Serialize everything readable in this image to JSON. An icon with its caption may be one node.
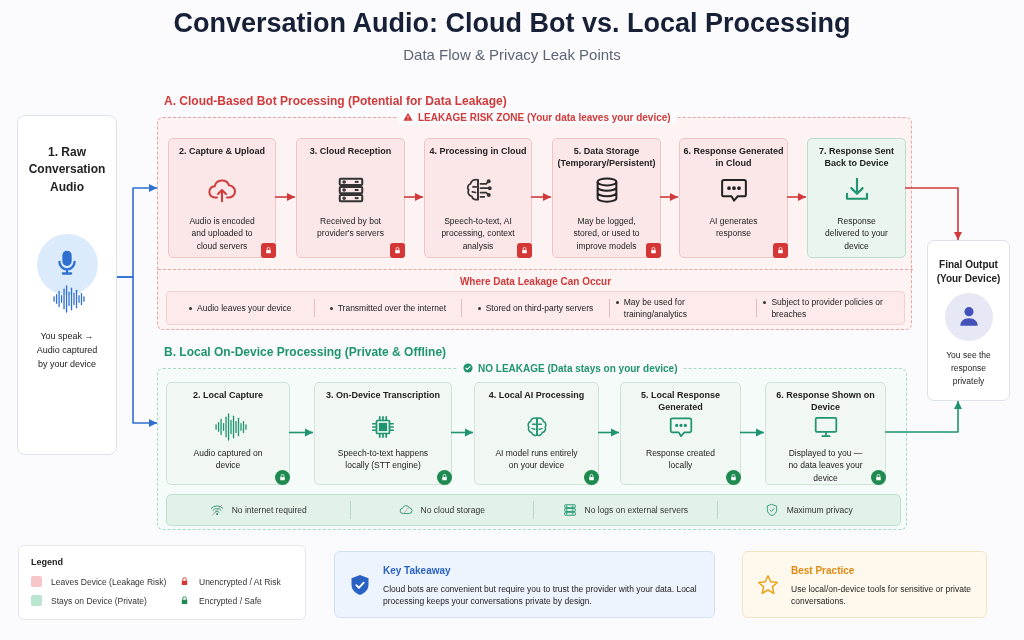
{
  "diagram": {
    "title": "Conversation Audio: Cloud Bot vs. Local Processing",
    "nodes": [
      {
        "text": [
          "1. Raw Conversation Audio",
          "You speak → Audio captured by your device"
        ]
      },
      {
        "text": [
          "**A. Cloud-Based Bot Processing** (Potential for Data Leakage)",
          "LEAKAGE RISK ZONE (Your data leaves your device)"
        ]
      },
      {
        "text": [
          "2. Capture & Upload",
          "Audio is encoded and uploaded to cloud servers"
        ],
        "in": 1
      },
      {
        "text": [
          "3. Cloud Reception",
          "Received by bot provider's servers"
        ],
        "in": 1
      },
      {
        "text": [
          "4. Processing in Cloud",
          "Speech-to-text, AI processing, context analysis"
        ],
        "in": 1
      },
      {
        "text": [
          "5. Data Storage (Temporary/Persistent)",
          "May be logged, stored, or used to improve models"
        ],
        "in": 1
      },
      {
        "text": [
          "6. Response Generated in Cloud",
          "AI generates response"
        ],
        "in": 1
      },
      {
        "text": [
          "7. Response Sent Back to Device",
          "Response delivered to your device"
        ],
        "in": 1
      },
      {
        "text": [
          "Where Data Leakage Can Occur",
          "Audio leaves your device",
          "Transmitted over the internet",
          "Stored on third-party servers",
          "May be used for training/analytics",
          "Subject to provider policies or breaches"
        ],
        "in": 1
      },
      {
        "text": [
          "Final Output (Your Device)",
          "You see the response privately"
        ]
      },
      {
        "text": [
          "B. Local On-Device Processing (Private & Offline)",
          "NO LEAKAGE (Data stays on your device)"
        ]
      },
      {
        "text": [
          "2. Local Capture",
          "Audio captured on device"
        ],
        "in": 10
      },
      {
        "text": [
          "3. On-Device Transcription",
          "Speech-to-text happens locally (STT engine)"
        ],
        "in": 10
      },
      {
        "text": [
          "4. Local AI Processing",
          "AI model runs entirely on your device"
        ],
        "in": 10
      },
      {
        "text": [
          "5. Local Response Generated",
          "Response created locally"
        ],
        "in": 10
      },
      {
        "text": [
          "6. Response Shown on Device",
          "Displayed to you — no data leaves your device"
        ],
        "in": 10
      },
      {
        "text": [
          "No internet required",
          "No cloud storage",
          "No logs on external servers",
          "Maximum privacy"
        ],
        "in": 10
      },
      {
        "text": [
          "Key Takeaway",
          "Cloud bots are convenient but require you to trust the provider with your data. Local processing keeps your conversations private by design."
        ]
      },
      {
        "text": [
          "Best Practice",
          "Use local/on-device tools for sensitive or private conversations."
        ]
      }
    ],
    "edges": [
      {
        "from": 0,
        "to": 1,
        "arrow": "to",
        "color": "#2f6fd0"
      },
      {
        "from": 0,
        "to": 10,
        "arrow": "to",
        "color": "#2f6fd0"
      },
      {
        "from": 2,
        "to": 3,
        "arrow": "to",
        "color": "#d03a3a"
      },
      {
        "from": 3,
        "to": 4,
        "arrow": "to",
        "color": "#d03a3a"
      },
      {
        "from": 4,
        "to": 5,
        "arrow": "to",
        "color": "#d03a3a"
      },
      {
        "from": 5,
        "to": 6,
        "arrow": "to",
        "color": "#d03a3a"
      },
      {
        "from": 6,
        "to": 7,
        "arrow": "to",
        "color": "#d03a3a"
      },
      {
        "from": 7,
        "to": 9,
        "arrow": "to",
        "color": "#d03a3a"
      },
      {
        "from": 11,
        "to": 12,
        "arrow": "to",
        "color": "#1f9470"
      },
      {
        "from": 12,
        "to": 13,
        "arrow": "to",
        "color": "#1f9470"
      },
      {
        "from": 13,
        "to": 14,
        "arrow": "to",
        "color": "#1f9470"
      },
      {
        "from": 14,
        "to": 15,
        "arrow": "to",
        "color": "#1f9470"
      },
      {
        "from": 15,
        "to": 9,
        "arrow": "to",
        "color": "#1f9470"
      }
    ],
    "labels": [
      "Data Flow & Privacy Leak Points",
      "Legend"
    ],
    "legend": [
      {
        "text": "Leaves Device (Leakage Risk)",
        "color": "#f7c6c6"
      },
      {
        "text": "Unencrypted / At Risk"
      },
      {
        "text": "Stays on Device (Private)",
        "color": "#b9e6cf"
      },
      {
        "text": "Encrypted / Safe"
      }
    ]
  }
}
